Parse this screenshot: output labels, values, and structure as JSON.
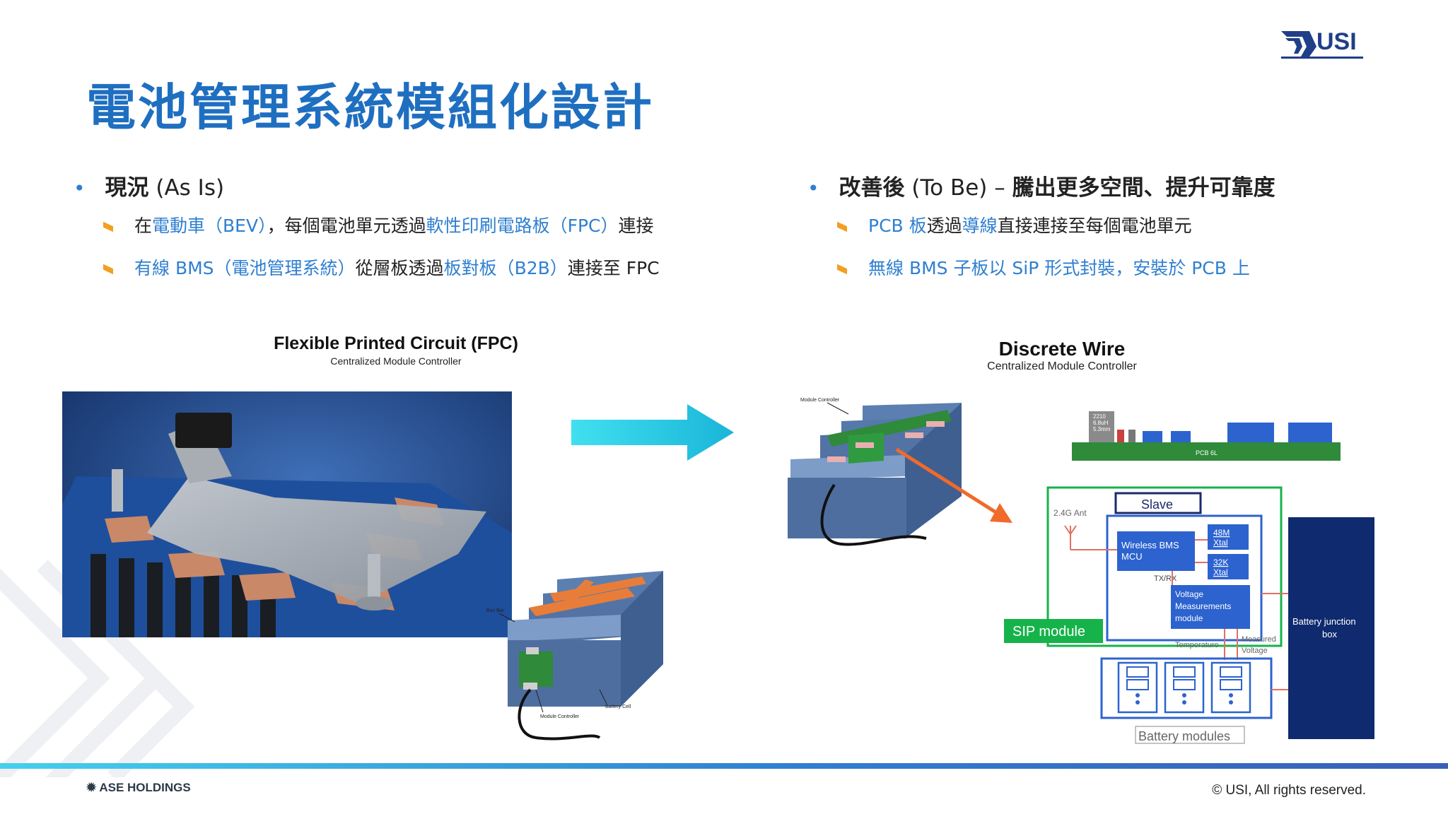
{
  "slide": {
    "title": "電池管理系統模組化設計",
    "logo_text": "USI"
  },
  "left": {
    "heading_bold": "現況",
    "heading_rest": " (As Is)",
    "bullets": [
      {
        "p1": "在",
        "p2": "電動車（BEV）",
        "p3": "，每個電池單元透過",
        "p4": "軟性印刷電路板（FPC）",
        "p5": "連接"
      },
      {
        "p1": "",
        "p2": "有線 BMS（電池管理系統）",
        "p3": "從層板透過",
        "p4": "板對板（B2B）",
        "p5": "連接至 FPC"
      }
    ],
    "figure": {
      "title": "Flexible Printed Circuit (FPC)",
      "subtitle": "Centralized Module Controller",
      "labels": {
        "bus_bar": "Bus Bar",
        "battery_cell": "Battery Cell",
        "module_controller": "Module Controller"
      }
    }
  },
  "right": {
    "heading_bold1": "改善後",
    "heading_rest": " (To Be) – ",
    "heading_bold2": "騰出更多空間、提升可靠度",
    "bullets": [
      {
        "p1": "PCB 板",
        "p2": "透過",
        "p3": "導線",
        "p4": "直接連接至每個電池單元"
      },
      {
        "p1": "無線 BMS 子板以 SiP 形式封裝，安裝於 PCB 上"
      }
    ],
    "figure": {
      "title": "Discrete Wire",
      "subtitle": "Centralized Module Controller",
      "module_controller": "Module Controller",
      "component": [
        "2210",
        "6.8uH",
        "5.3mm"
      ],
      "pcb_label": "PCB 6L",
      "slave": "Slave",
      "ant": "2.4G Ant",
      "wireless_bms": [
        "Wireless BMS",
        "MCU"
      ],
      "xtal48": [
        "48M",
        "Xtal"
      ],
      "xtal32": [
        "32K",
        "Xtal"
      ],
      "txrx": "TX/RX",
      "voltage_module": [
        "Voltage",
        "Measurements",
        "module"
      ],
      "sip_module": "SIP module",
      "temperature": "Temperature",
      "measured_voltage": [
        "Measured",
        "Voltage"
      ],
      "battery_junction": [
        "Battery junction",
        "box"
      ],
      "battery_modules": "Battery modules"
    }
  },
  "footer": {
    "company": "ASE HOLDINGS",
    "copyright": "© USI, All rights reserved."
  },
  "colors": {
    "title_blue": "#1f6fc1",
    "accent_blue": "#2f7fd0",
    "bullet_orange": "#f0a022",
    "arrow_cyan": "#27c4e6",
    "sip_green": "#16b34a",
    "block_blue": "#2d63cf"
  }
}
